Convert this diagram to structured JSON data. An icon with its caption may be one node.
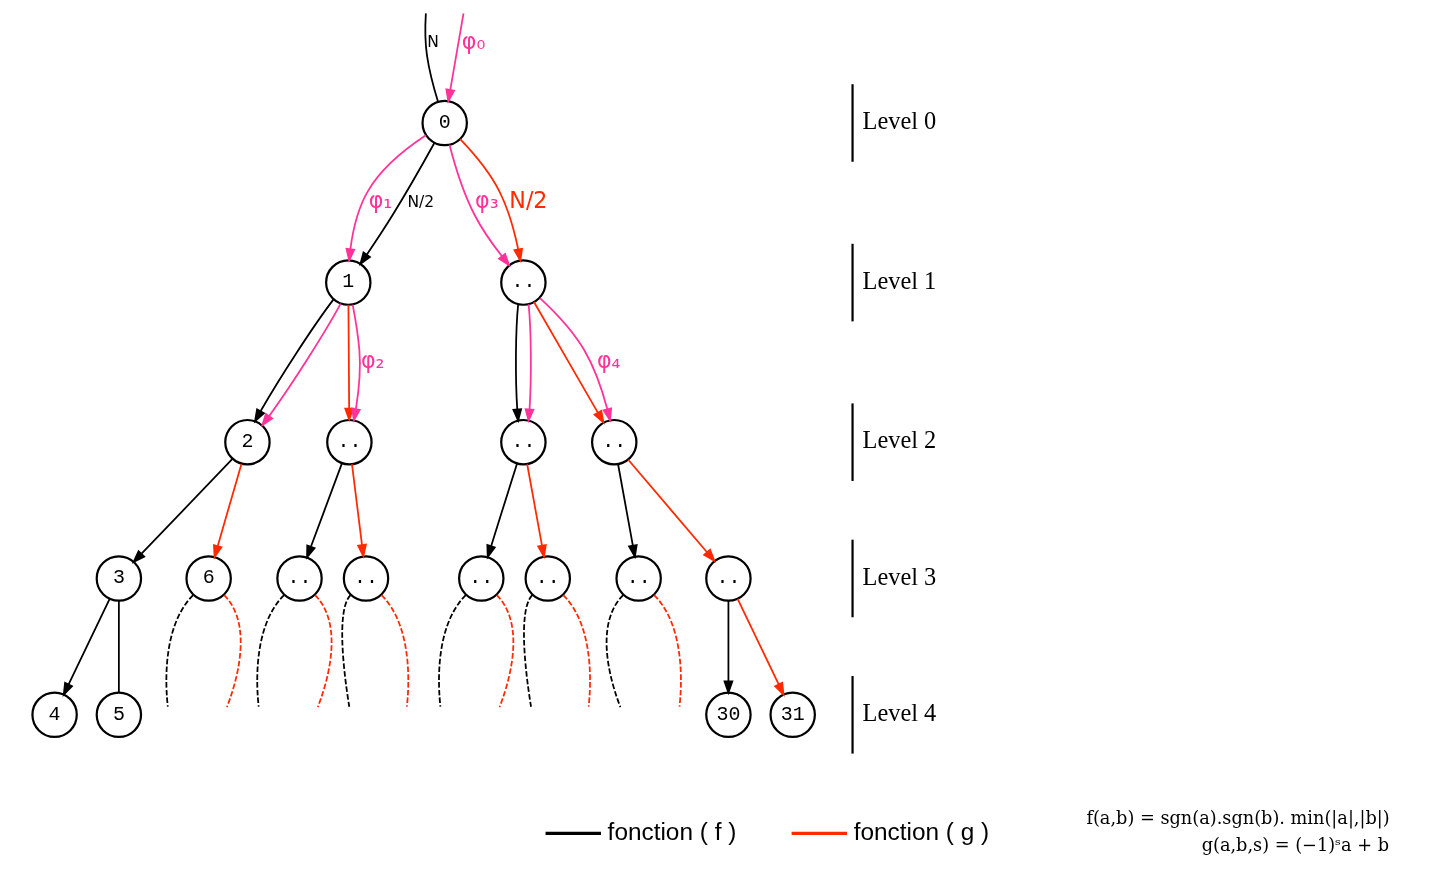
{
  "diagram": {
    "nodes": [
      {
        "text": [
          "0"
        ]
      },
      {
        "text": [
          "1"
        ]
      },
      {
        "text": [
          ".."
        ]
      },
      {
        "text": [
          "2"
        ]
      },
      {
        "text": [
          ".."
        ]
      },
      {
        "text": [
          ".."
        ]
      },
      {
        "text": [
          ".."
        ]
      },
      {
        "text": [
          "3"
        ]
      },
      {
        "text": [
          "6"
        ]
      },
      {
        "text": [
          ".."
        ]
      },
      {
        "text": [
          ".."
        ]
      },
      {
        "text": [
          ".."
        ]
      },
      {
        "text": [
          ".."
        ]
      },
      {
        "text": [
          ".."
        ]
      },
      {
        "text": [
          ".."
        ]
      },
      {
        "text": [
          "4"
        ]
      },
      {
        "text": [
          "5"
        ]
      },
      {
        "text": [
          "30"
        ]
      },
      {
        "text": [
          "31"
        ]
      }
    ],
    "edges": [
      {
        "from": null,
        "to": 0,
        "arrow": "none",
        "label": "N"
      },
      {
        "from": null,
        "to": 0,
        "arrow": "to",
        "label": "φ₀",
        "color": "#ff3399"
      },
      {
        "from": 0,
        "to": 1,
        "arrow": "to",
        "label": "φ₁",
        "color": "#ff3399"
      },
      {
        "from": 0,
        "to": 2,
        "arrow": "to",
        "label": "φ₃",
        "color": "#ff3399"
      },
      {
        "from": 0,
        "to": 1,
        "arrow": "to",
        "label": "N/2"
      },
      {
        "from": 0,
        "to": 2,
        "arrow": "to",
        "label": "N/2",
        "color": "#ff2a00"
      },
      {
        "from": 1,
        "to": 3,
        "arrow": "to"
      },
      {
        "from": 1,
        "to": 4,
        "arrow": "to",
        "color": "#ff2a00"
      },
      {
        "from": 1,
        "to": 3,
        "arrow": "to",
        "color": "#ff3399"
      },
      {
        "from": 1,
        "to": 4,
        "arrow": "to",
        "label": "φ₂",
        "color": "#ff3399"
      },
      {
        "from": 2,
        "to": 5,
        "arrow": "to"
      },
      {
        "from": 2,
        "to": 6,
        "arrow": "to",
        "color": "#ff2a00"
      },
      {
        "from": 2,
        "to": 5,
        "arrow": "to",
        "color": "#ff3399"
      },
      {
        "from": 2,
        "to": 6,
        "arrow": "to",
        "label": "φ₄",
        "color": "#ff3399"
      },
      {
        "from": 3,
        "to": 7,
        "arrow": "to"
      },
      {
        "from": 3,
        "to": 8,
        "arrow": "to",
        "color": "#ff2a00"
      },
      {
        "from": 4,
        "to": 9,
        "arrow": "to"
      },
      {
        "from": 4,
        "to": 10,
        "arrow": "to",
        "color": "#ff2a00"
      },
      {
        "from": 5,
        "to": 11,
        "arrow": "to"
      },
      {
        "from": 5,
        "to": 12,
        "arrow": "to",
        "color": "#ff2a00"
      },
      {
        "from": 6,
        "to": 13,
        "arrow": "to"
      },
      {
        "from": 6,
        "to": 14,
        "arrow": "to",
        "color": "#ff2a00"
      },
      {
        "from": 7,
        "to": 15,
        "arrow": "to"
      },
      {
        "from": 7,
        "to": 16,
        "arrow": "none"
      },
      {
        "from": 8,
        "to": null,
        "arrow": "none",
        "style": "dashed",
        "color": "#ff2a00"
      },
      {
        "from": 8,
        "to": null,
        "arrow": "none",
        "style": "dashed"
      },
      {
        "from": 9,
        "to": null,
        "arrow": "none",
        "style": "dashed",
        "color": "#ff2a00"
      },
      {
        "from": 9,
        "to": null,
        "arrow": "none",
        "style": "dashed"
      },
      {
        "from": 10,
        "to": null,
        "arrow": "none",
        "style": "dashed",
        "color": "#ff2a00"
      },
      {
        "from": 10,
        "to": null,
        "arrow": "none",
        "style": "dashed"
      },
      {
        "from": 11,
        "to": null,
        "arrow": "none",
        "style": "dashed",
        "color": "#ff2a00"
      },
      {
        "from": 11,
        "to": null,
        "arrow": "none",
        "style": "dashed"
      },
      {
        "from": 12,
        "to": null,
        "arrow": "none",
        "style": "dashed",
        "color": "#ff2a00"
      },
      {
        "from": 12,
        "to": null,
        "arrow": "none",
        "style": "dashed"
      },
      {
        "from": 13,
        "to": null,
        "arrow": "none",
        "style": "dashed"
      },
      {
        "from": 13,
        "to": null,
        "arrow": "none",
        "style": "dashed",
        "color": "#ff2a00"
      },
      {
        "from": 14,
        "to": 17,
        "arrow": "to"
      },
      {
        "from": 14,
        "to": 18,
        "arrow": "to",
        "color": "#ff2a00"
      }
    ],
    "labels": [
      "Level 0",
      "Level 1",
      "Level 2",
      "Level 3",
      "Level 4",
      "f(a,b) = sgn(a).sgn(b). min(|a|,|b|)",
      "g(a,b,s) = (−1)ˢa + b"
    ],
    "legend": [
      {
        "text": "fonction ( f )"
      },
      {
        "text": "fonction ( g )"
      }
    ]
  }
}
